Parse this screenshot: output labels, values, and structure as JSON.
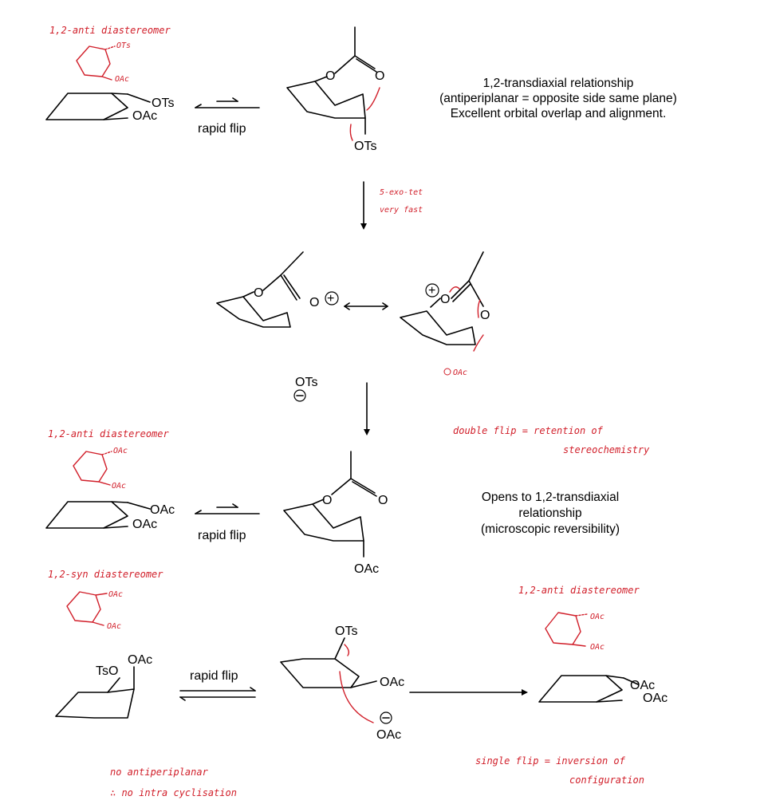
{
  "labels": {
    "ots": "OTs",
    "oac": "OAc",
    "o": "O",
    "tso": "TsO",
    "plus": "+",
    "minus": "−",
    "rapid_flip": "rapid flip"
  },
  "text": {
    "desc1_line1": "1,2-transdiaxial relationship",
    "desc1_line2": "(antiperiplanar = opposite side same plane)",
    "desc1_line3": "Excellent orbital overlap and alignment.",
    "desc2_line1": "Opens to 1,2-transdiaxial",
    "desc2_line2": "relationship",
    "desc2_line3": "(microscopic reversibility)"
  },
  "annotations": {
    "anti1": "1,2-anti diastereomer",
    "anti2": "1,2-anti diastereomer",
    "syn": "1,2-syn diastereomer",
    "anti3": "1,2-anti diastereomer",
    "exo_line1": "5-exo-tet",
    "exo_line2": "very fast",
    "double_flip_line1": "double flip = retention of",
    "double_flip_line2": "stereochemistry",
    "single_flip_line1": "single flip = inversion of",
    "single_flip_line2": "configuration",
    "no_anti_line1": "no antiperiplanar",
    "no_anti_line2": "∴ no intra cyclisation",
    "red_oac": "OAc",
    "red_ots": "OTs"
  },
  "colors": {
    "ink": "#000000",
    "annotation": "#d11f2a"
  }
}
